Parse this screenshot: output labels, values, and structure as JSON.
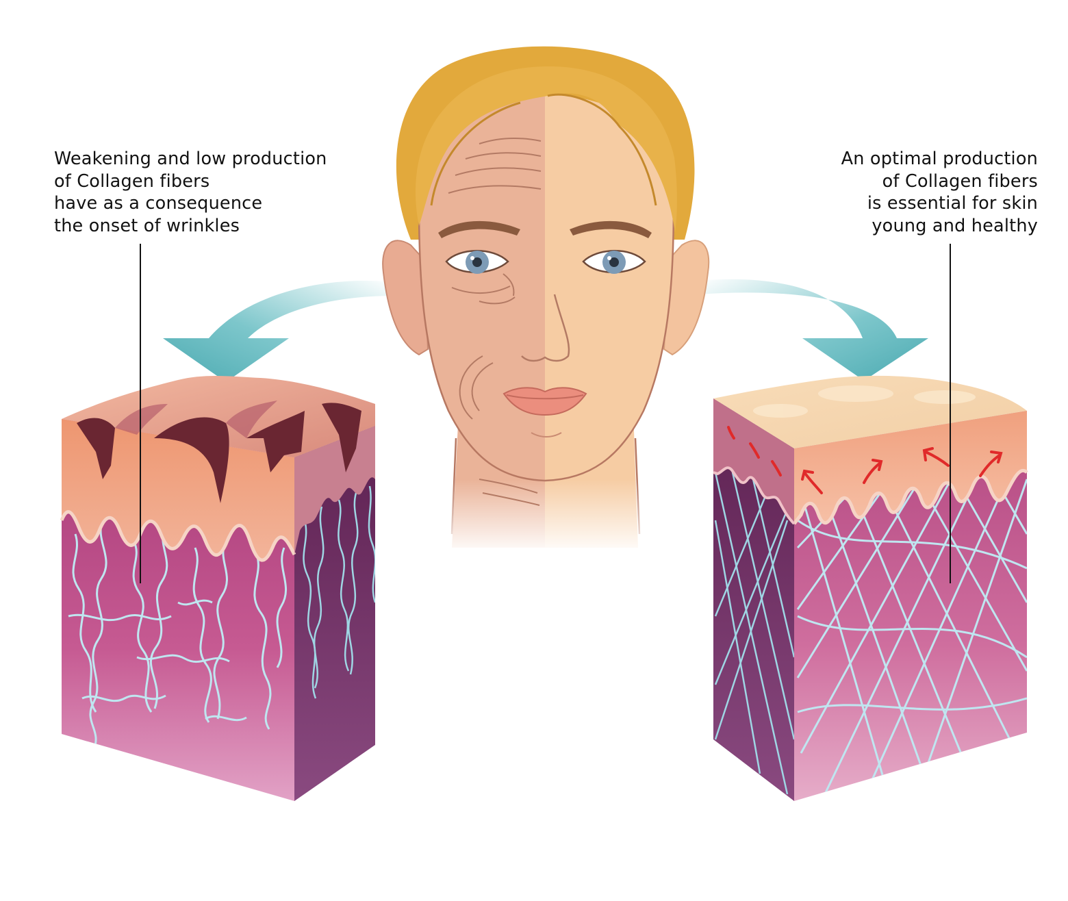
{
  "captions": {
    "left": {
      "lines": [
        "Weakening and low production",
        "of Collagen fibers",
        "have as a consequence",
        "the onset of wrinkles"
      ]
    },
    "right": {
      "lines": [
        "An optimal production",
        "of Collagen fibers",
        "is essential for skin",
        "young and healthy"
      ]
    }
  },
  "colors": {
    "background": "#ffffff",
    "hair": "#e2a93c",
    "skin_aged": "#eab398",
    "skin_young": "#f6cca3",
    "arrow": "#5cb8be",
    "dermis": "#c25486",
    "collagen_fiber": "#bfe6f0",
    "epidermis": "#f0a282",
    "wrinkle": "#6a2632",
    "cube_side_dark": "#6a2a58",
    "indicator_arrow_red": "#e02a2a",
    "text": "#111111"
  }
}
